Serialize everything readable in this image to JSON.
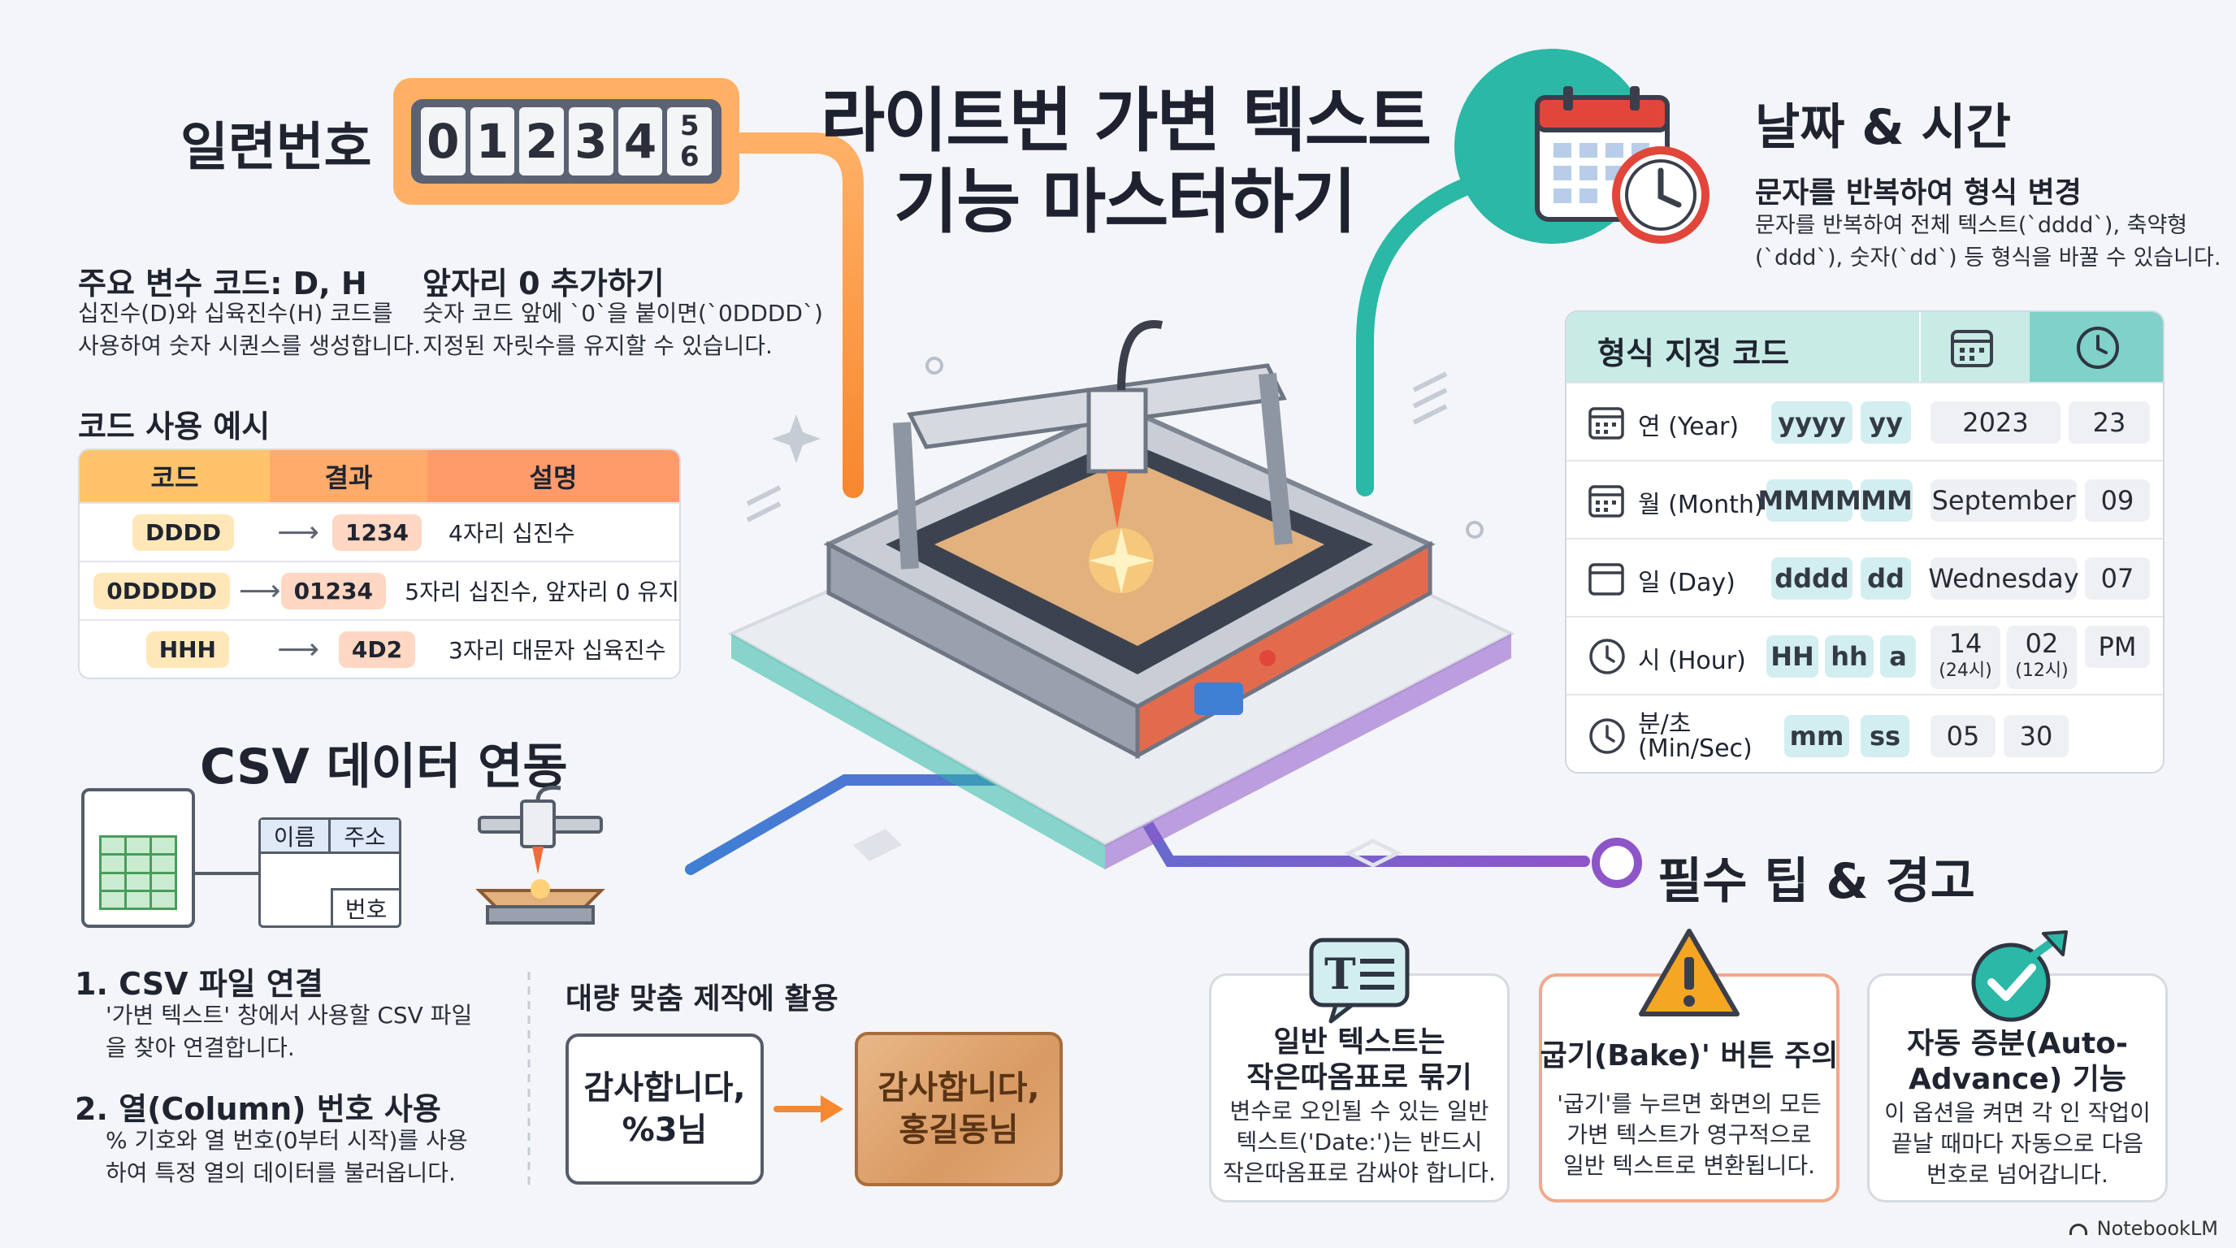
{
  "title": {
    "line1": "라이트번 가변 텍스트",
    "line2": "기능 마스터하기"
  },
  "serial": {
    "heading": "일련번호",
    "counter_digits": [
      "0",
      "1",
      "2",
      "3",
      "4",
      "5"
    ],
    "rolling_digit": "6",
    "vars_heading": "주요 변수 코드: D, H",
    "vars_line1": "십진수(D)와 십육진수(H) 코드를",
    "vars_line2": "사용하여 숫자 시퀀스를 생성합니다.",
    "pad_heading": "앞자리 0 추가하기",
    "pad_line1": "숫자 코드 앞에 `0`을 붙이면(`0DDDD`)",
    "pad_line2": "지정된 자릿수를 유지할 수 있습니다.",
    "examples_heading": "코드 사용 예시",
    "table_headers": [
      "코드",
      "결과",
      "설명"
    ],
    "table_rows": [
      {
        "code": "DDDD",
        "result": "1234",
        "desc": "4자리 십진수"
      },
      {
        "code": "0DDDDD",
        "result": "01234",
        "desc": "5자리 십진수, 앞자리 0 유지"
      },
      {
        "code": "HHH",
        "result": "4D2",
        "desc": "3자리 대문자 십육진수"
      }
    ],
    "arrow": "⟶"
  },
  "csv": {
    "heading": "CSV 데이터 연동",
    "table_cells": [
      "이름",
      "주소",
      "번호"
    ],
    "step1_heading": "1. CSV 파일 연결",
    "step1_line1": "'가변 텍스트' 창에서 사용할 CSV 파일",
    "step1_line2": "을 찾아 연결합니다.",
    "step2_heading": "2. 열(Column) 번호 사용",
    "step2_line1": "% 기호와 열 번호(0부터 시작)를 사용",
    "step2_line2": "하여 특정 열의 데이터를 불러옵니다.",
    "mass_heading": "대량 맞춤 제작에 활용",
    "template_line1": "감사합니다,",
    "template_line2": "%3님",
    "output_line1": "감사합니다,",
    "output_line2": "홍길동님"
  },
  "datetime": {
    "heading": "날짜 & 시간",
    "sub_heading": "문자를 반복하여 형식 변경",
    "sub_line1": "문자를 반복하여 전체 텍스트(`dddd`), 축약형",
    "sub_line2": "(`ddd`), 숫자(`dd`) 등 형식을 바꿀 수 있습니다.",
    "panel_heading": "형식 지정 코드",
    "rows": [
      {
        "label": "연 (Year)",
        "tokens": [
          "yyyy",
          "yy"
        ],
        "values": [
          "2023",
          "23"
        ],
        "icon": "calendar-icon"
      },
      {
        "label": "월 (Month)",
        "tokens": [
          "MMMM",
          "MM"
        ],
        "values": [
          "September",
          "09"
        ],
        "icon": "calendar-icon"
      },
      {
        "label": "일 (Day)",
        "tokens": [
          "dddd",
          "dd"
        ],
        "values": [
          "Wednesday",
          "07"
        ],
        "icon": "calendar-icon"
      },
      {
        "label": "시 (Hour)",
        "tokens": [
          "HH",
          "hh",
          "a"
        ],
        "values": [
          "14",
          "02",
          "PM"
        ],
        "value_notes": [
          "(24시)",
          "(12시)"
        ],
        "icon": "clock-icon"
      },
      {
        "label_line1": "분/초",
        "label_line2": "(Min/Sec)",
        "tokens": [
          "mm",
          "ss"
        ],
        "values": [
          "05",
          "30"
        ],
        "icon": "clock-icon"
      }
    ]
  },
  "tips": {
    "heading": "필수 팁 & 경고",
    "card1_h1": "일반 텍스트는",
    "card1_h2": "작은따옴표로 묶기",
    "card1_p1": "변수로 오인될 수 있는 일반",
    "card1_p2": "텍스트('Date:')는 반드시",
    "card1_p3": "작은따옴표로 감싸야 합니다.",
    "card2_h1": "굽기(Bake)' 버튼 주의",
    "card2_p1": "'굽기'를 누르면 화면의 모든",
    "card2_p2": "가변 텍스트가 영구적으로",
    "card2_p3": "일반 텍스트로 변환됩니다.",
    "card3_h1": "자동 증분(Auto-",
    "card3_h2": "Advance) 기능",
    "card3_p1": "이 옵션을 켜면 각 인 작업이",
    "card3_p2": "끝날 때마다 자동으로 다음",
    "card3_p3": "번호로 넘어갑니다."
  },
  "footer": "NotebookLM",
  "colors": {
    "orange": "#f7882f",
    "teal": "#2bb8a6",
    "blue": "#3f7fd4",
    "purple": "#8e55c9",
    "warning": "#f5a623"
  }
}
